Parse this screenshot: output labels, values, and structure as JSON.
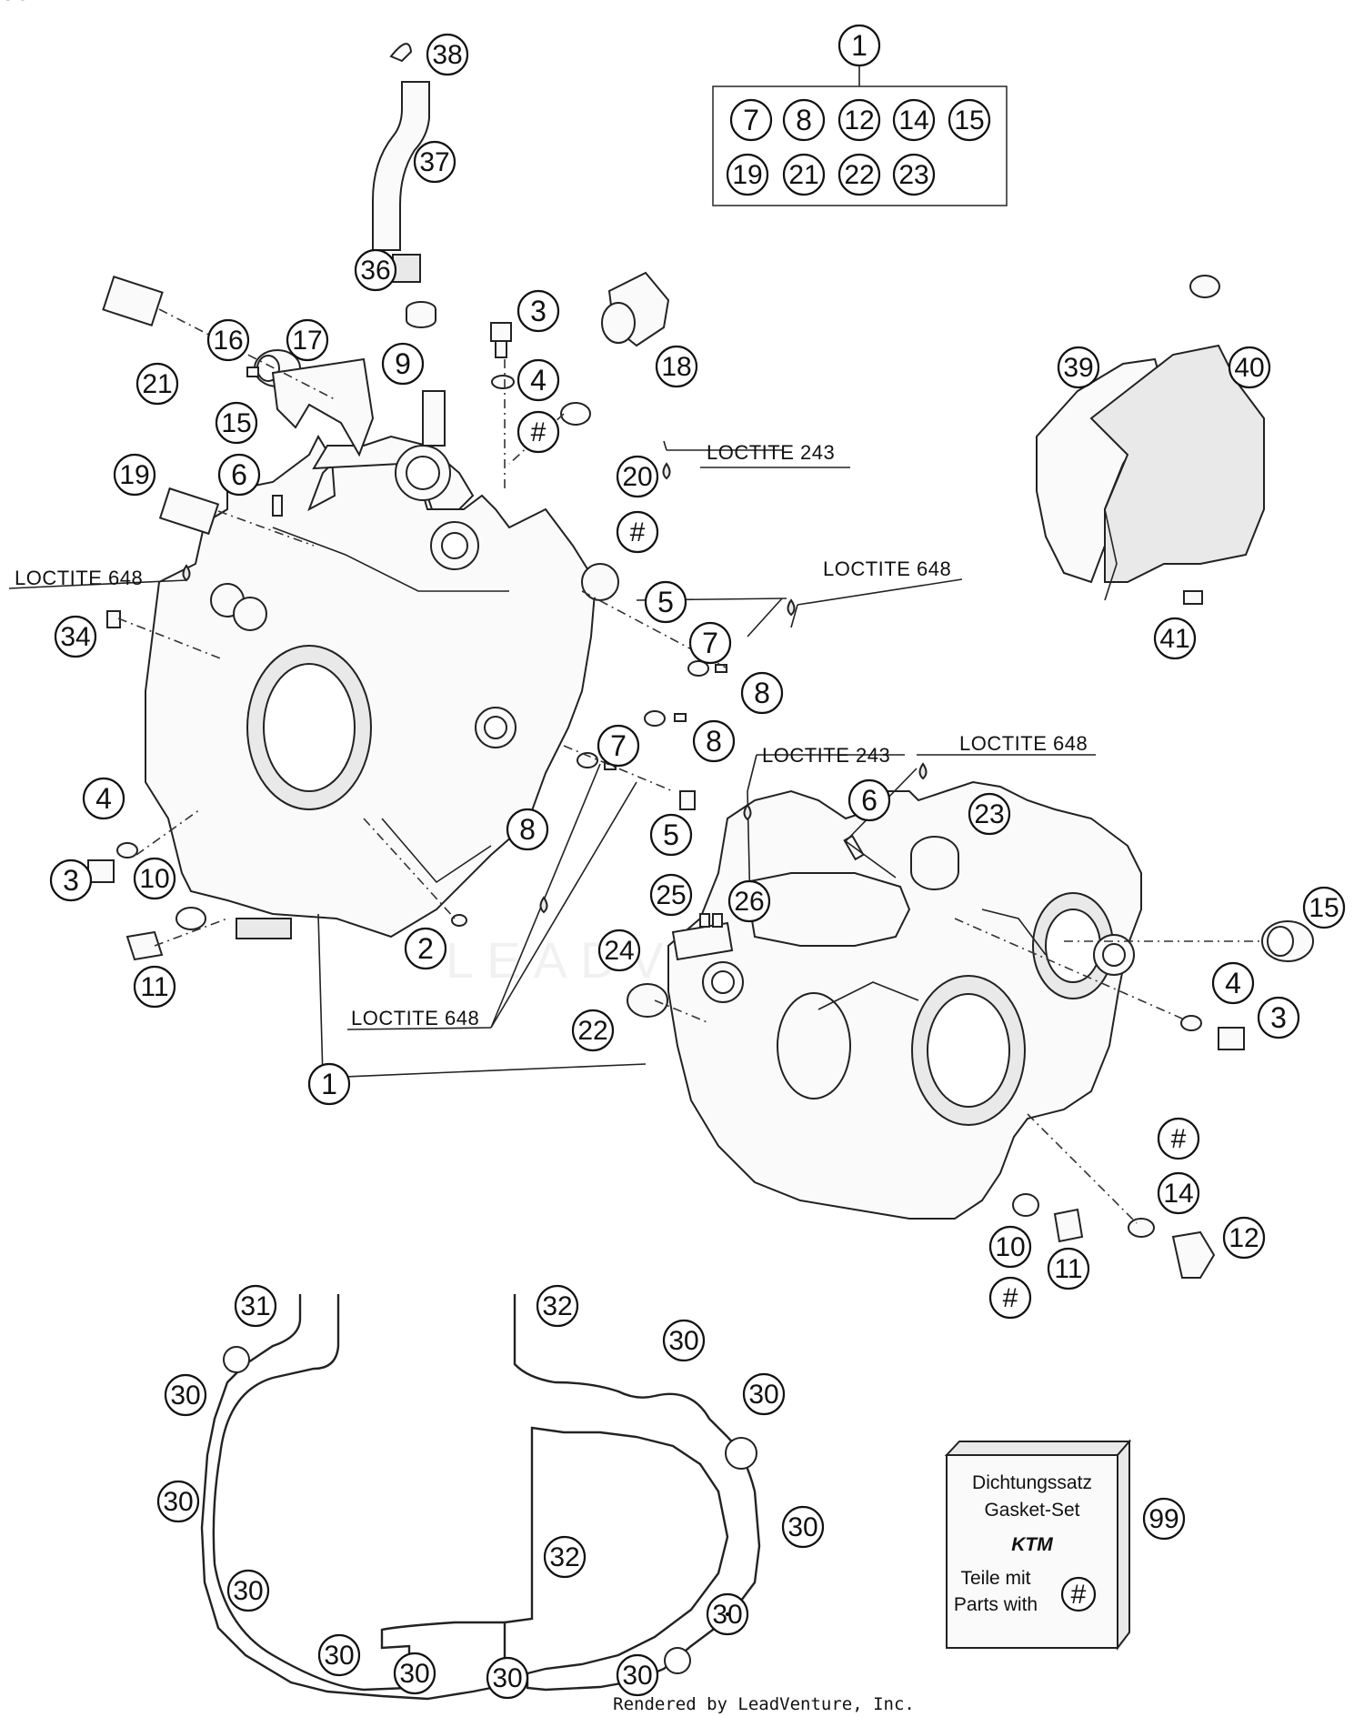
{
  "callouts": [
    {
      "id": "kit-head",
      "label": "1"
    },
    {
      "id": "kit-7",
      "label": "7"
    },
    {
      "id": "kit-8",
      "label": "8"
    },
    {
      "id": "kit-12",
      "label": "12"
    },
    {
      "id": "kit-14",
      "label": "14"
    },
    {
      "id": "kit-15",
      "label": "15"
    },
    {
      "id": "kit-19",
      "label": "19"
    },
    {
      "id": "kit-21",
      "label": "21"
    },
    {
      "id": "kit-22",
      "label": "22"
    },
    {
      "id": "kit-23",
      "label": "23"
    },
    {
      "id": "p38",
      "label": "38"
    },
    {
      "id": "p37",
      "label": "37"
    },
    {
      "id": "p36",
      "label": "36"
    },
    {
      "id": "p3a",
      "label": "3"
    },
    {
      "id": "p4a",
      "label": "4"
    },
    {
      "id": "hash-a",
      "label": "#"
    },
    {
      "id": "p18",
      "label": "18"
    },
    {
      "id": "p20",
      "label": "20"
    },
    {
      "id": "hash-b",
      "label": "#"
    },
    {
      "id": "p16",
      "label": "16"
    },
    {
      "id": "p17",
      "label": "17"
    },
    {
      "id": "p9",
      "label": "9"
    },
    {
      "id": "p21",
      "label": "21"
    },
    {
      "id": "p15a",
      "label": "15"
    },
    {
      "id": "p19",
      "label": "19"
    },
    {
      "id": "p6a",
      "label": "6"
    },
    {
      "id": "p34",
      "label": "34"
    },
    {
      "id": "p5a",
      "label": "5"
    },
    {
      "id": "p7a",
      "label": "7"
    },
    {
      "id": "p8a",
      "label": "8"
    },
    {
      "id": "p7b",
      "label": "7"
    },
    {
      "id": "p8b",
      "label": "8"
    },
    {
      "id": "p4b",
      "label": "4"
    },
    {
      "id": "p3b",
      "label": "3"
    },
    {
      "id": "p10a",
      "label": "10"
    },
    {
      "id": "p11a",
      "label": "11"
    },
    {
      "id": "p2",
      "label": "2"
    },
    {
      "id": "p8c",
      "label": "8"
    },
    {
      "id": "p5b",
      "label": "5"
    },
    {
      "id": "p1b",
      "label": "1"
    },
    {
      "id": "p39",
      "label": "39"
    },
    {
      "id": "p40",
      "label": "40"
    },
    {
      "id": "p41",
      "label": "41"
    },
    {
      "id": "p6b",
      "label": "6"
    },
    {
      "id": "p23",
      "label": "23"
    },
    {
      "id": "p25",
      "label": "25"
    },
    {
      "id": "p26",
      "label": "26"
    },
    {
      "id": "p24",
      "label": "24"
    },
    {
      "id": "p22",
      "label": "22"
    },
    {
      "id": "p15b",
      "label": "15"
    },
    {
      "id": "p4c",
      "label": "4"
    },
    {
      "id": "p3c",
      "label": "3"
    },
    {
      "id": "hash-c",
      "label": "#"
    },
    {
      "id": "p14",
      "label": "14"
    },
    {
      "id": "p12",
      "label": "12"
    },
    {
      "id": "p10b",
      "label": "10"
    },
    {
      "id": "p11b",
      "label": "11"
    },
    {
      "id": "hash-d",
      "label": "#"
    },
    {
      "id": "p31",
      "label": "31"
    },
    {
      "id": "p32a",
      "label": "32"
    },
    {
      "id": "p30a",
      "label": "30"
    },
    {
      "id": "p30b",
      "label": "30"
    },
    {
      "id": "p30c",
      "label": "30"
    },
    {
      "id": "p30d",
      "label": "30"
    },
    {
      "id": "p30e",
      "label": "30"
    },
    {
      "id": "p30f",
      "label": "30"
    },
    {
      "id": "p30g",
      "label": "30"
    },
    {
      "id": "p32b",
      "label": "32"
    },
    {
      "id": "p30h",
      "label": "30"
    },
    {
      "id": "p30i",
      "label": "30"
    },
    {
      "id": "p30j",
      "label": "30"
    },
    {
      "id": "p30k",
      "label": "30"
    },
    {
      "id": "p30l",
      "label": "30"
    },
    {
      "id": "p99",
      "label": "99"
    }
  ],
  "loctite_labels": {
    "l243_top": "LOCTITE 243",
    "l648_left": "LOCTITE 648",
    "l648_right": "LOCTITE 648",
    "l243_mid": "LOCTITE 243",
    "l648_mid": "LOCTITE 648",
    "l648_bottom": "LOCTITE 648"
  },
  "gasket_box": {
    "line1": "Dichtungssatz",
    "line2": "Gasket-Set",
    "logo": "KTM",
    "line3": "Teile mit",
    "line4": "Parts with",
    "symbol": "#"
  },
  "watermark": "LEADVENTURE",
  "footer": "Rendered by LeadVenture, Inc."
}
